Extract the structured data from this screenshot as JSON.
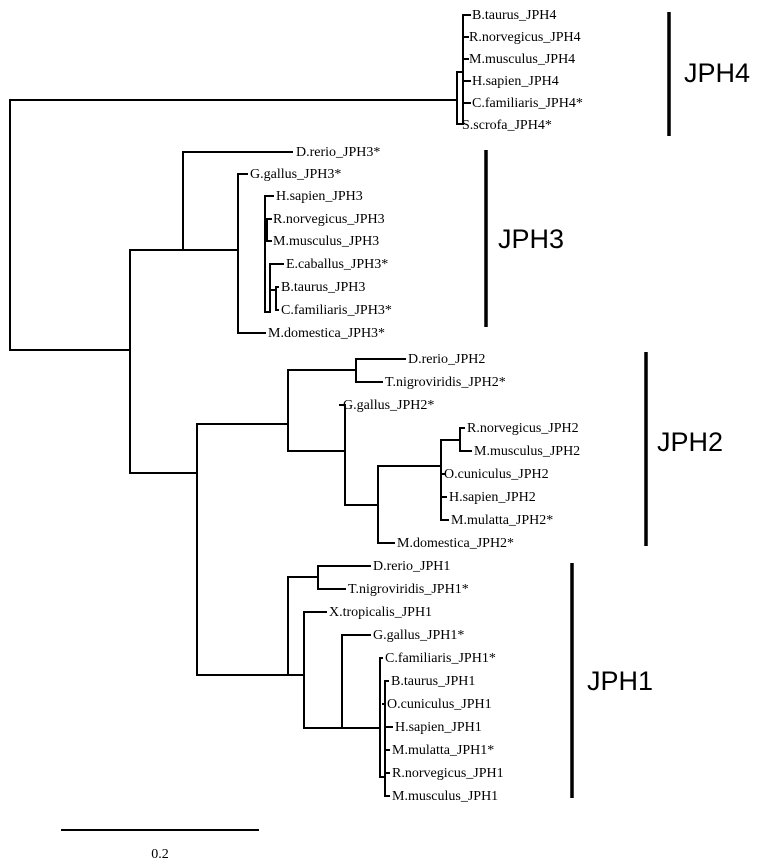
{
  "tree": {
    "leaves": [
      "B.taurus_JPH4",
      "R.norvegicus_JPH4",
      "M.musculus_JPH4",
      "H.sapien_JPH4",
      "C.familiaris_JPH4*",
      "S.scrofa_JPH4*",
      "D.rerio_JPH3*",
      "G.gallus_JPH3*",
      "H.sapien_JPH3",
      "R.norvegicus_JPH3",
      "M.musculus_JPH3",
      "E.caballus_JPH3*",
      "B.taurus_JPH3",
      "C.familiaris_JPH3*",
      "M.domestica_JPH3*",
      "D.rerio_JPH2",
      "T.nigroviridis_JPH2*",
      "G.gallus_JPH2*",
      "R.norvegicus_JPH2",
      "M.musculus_JPH2",
      "O.cuniculus_JPH2",
      "H.sapien_JPH2",
      "M.mulatta_JPH2*",
      "M.domestica_JPH2*",
      "D.rerio_JPH1",
      "T.nigroviridis_JPH1*",
      "X.tropicalis_JPH1",
      "G.gallus_JPH1*",
      "C.familiaris_JPH1*",
      "B.taurus_JPH1",
      "O.cuniculus_JPH1",
      "H.sapien_JPH1",
      "M.mulatta_JPH1*",
      "R.norvegicus_JPH1",
      "M.musculus_JPH1"
    ],
    "clades": [
      "JPH4",
      "JPH3",
      "JPH2",
      "JPH1"
    ],
    "scale_label": "0.2"
  }
}
